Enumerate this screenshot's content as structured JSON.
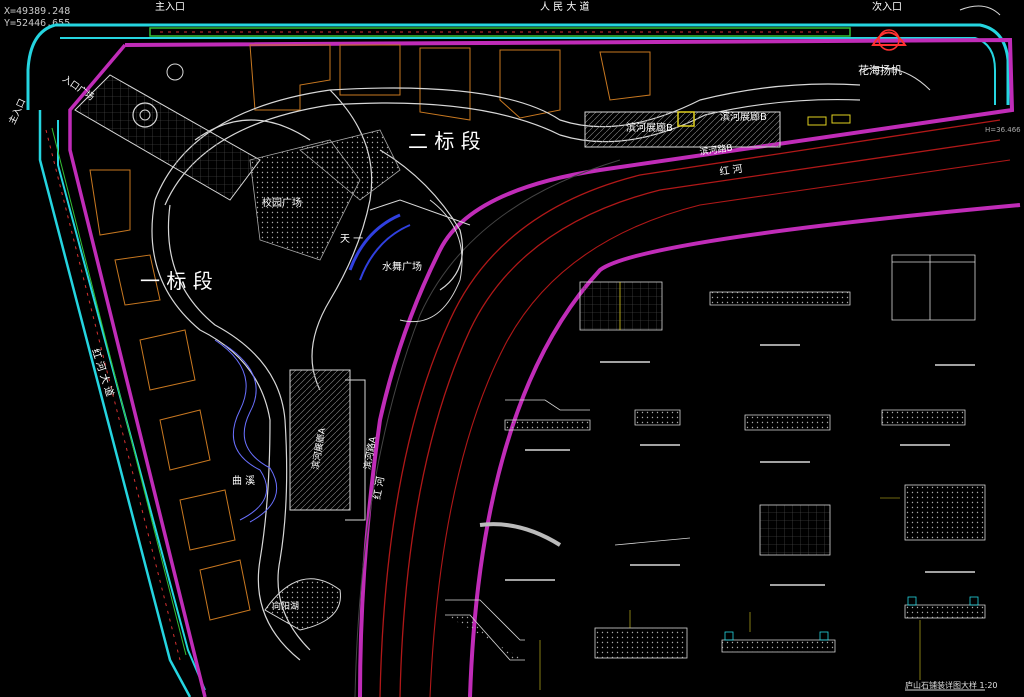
{
  "coords": {
    "x": "X=49389.248",
    "y": "Y=52446.655"
  },
  "labels": {
    "main_entrance_top": "主入口",
    "people_avenue": "人 民 大 道",
    "secondary_entrance": "次入口",
    "main_entrance_left": "主入口",
    "entrance_square": "入口广场",
    "section_two": "二 标 段",
    "section_one": "一 标 段",
    "campus_square": "校园广场",
    "water_dance_square": "水舞广场",
    "flower_sea": "花海扬帆",
    "riverside_gallery_a": "滨河展廊A",
    "riverside_gallery_b": "滨河展廊B",
    "riverside_gallery_b2": "滨河展廊B",
    "riverside_road_a": "滨河路A",
    "riverside_road_b": "滨河路B",
    "red_river_1": "红 河",
    "red_river_2": "红 河",
    "winding_stream": "曲 溪",
    "tianyi": "天 一",
    "xiangyang": "向阳湖",
    "h_value": "H=36.466",
    "left_avenue": "红 河 大 道",
    "detail_caption": "庐山石铺装详图大样 1:20"
  }
}
